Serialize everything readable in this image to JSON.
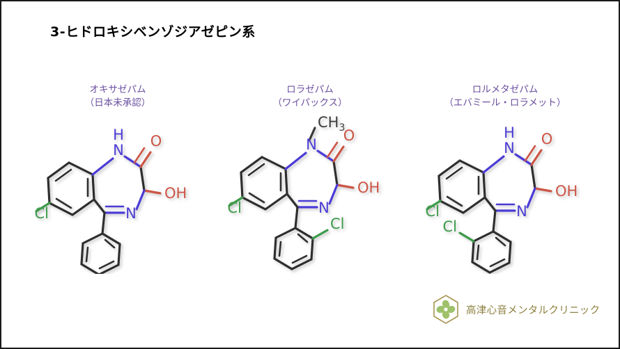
{
  "slide": {
    "title": "3-ヒドロキシベンゾジアゼピン系",
    "background_color": "#ffffff",
    "border_color": "#1a1a1a"
  },
  "palette": {
    "label_purple": "#6b4fa0",
    "bond_black": "#2e2e2e",
    "nitrogen_blue": "#4b3bd6",
    "oxygen_red": "#cc5544",
    "chlorine_green": "#3a9b4a",
    "carbon_dark": "#3a3a3a",
    "logo_gold": "#8f8142",
    "logo_green": "#9ec16a"
  },
  "compounds": [
    {
      "id": "oxazepam",
      "generic_name": "オキサゼパム",
      "brand_name": "（日本未承認）",
      "atom_labels": {
        "nh_n": "N",
        "nh_h": "H",
        "carbonyl_o": "O",
        "hydroxyl": "OH",
        "imine_n": "N",
        "chloro": "Cl"
      },
      "pendant_ring_substituent": "none",
      "n1_substituent": "H"
    },
    {
      "id": "lorazepam",
      "generic_name": "ロラゼパム",
      "brand_name": "（ワイパックス）",
      "atom_labels": {
        "nh_n": "N",
        "methyl": "CH",
        "methyl_sub": "3",
        "carbonyl_o": "O",
        "hydroxyl": "OH",
        "imine_n": "N",
        "chloro": "Cl",
        "pendant_chloro": "Cl"
      },
      "pendant_ring_substituent": "Cl-right",
      "n1_substituent": "CH3"
    },
    {
      "id": "lormetazepam",
      "generic_name": "ロルメタゼパム",
      "brand_name": "（エバミール・ロラメット）",
      "atom_labels": {
        "nh_n": "N",
        "nh_h": "H",
        "carbonyl_o": "O",
        "hydroxyl": "OH",
        "imine_n": "N",
        "chloro": "Cl",
        "pendant_chloro": "Cl"
      },
      "pendant_ring_substituent": "Cl-left",
      "n1_substituent": "H"
    }
  ],
  "logo": {
    "clinic_name": "高津心音メンタルクリニック",
    "mark": "hexagon-clover"
  }
}
